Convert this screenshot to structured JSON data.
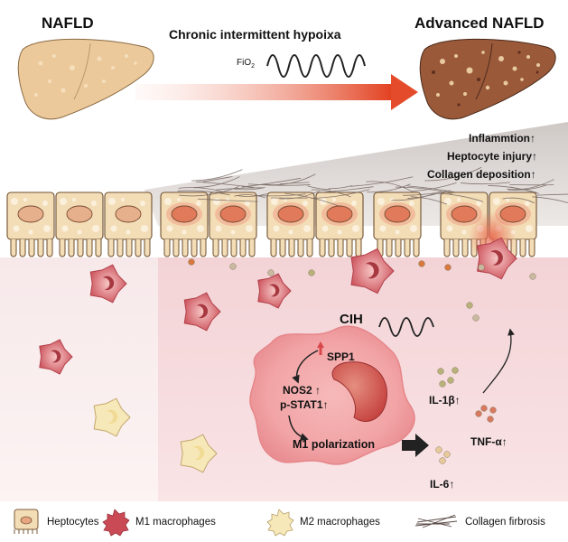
{
  "header": {
    "left_title": "NAFLD",
    "right_title": "Advanced NAFLD",
    "center_title": "Chronic intermittent hypoixa",
    "fio2_main": "FiO",
    "fio2_sub": "2"
  },
  "outcomes": [
    {
      "label": "Inflammtion",
      "arrow": "↑"
    },
    {
      "label": "Heptocyte injury",
      "arrow": "↑"
    },
    {
      "label": "Collagen deposition",
      "arrow": "↑"
    }
  ],
  "mechanism": {
    "cih_label": "CIH",
    "spp1": "SPP1",
    "nos2": "NOS2",
    "pstat1": "p-STAT1",
    "m1_polarization": "M1 polarization",
    "up_arrow": "↑"
  },
  "cytokines": [
    {
      "label": "IL-1β",
      "arrow": "↑"
    },
    {
      "label": "TNF-α",
      "arrow": "↑"
    },
    {
      "label": "IL-6",
      "arrow": "↑"
    }
  ],
  "legend": [
    {
      "label": "Heptocytes",
      "icon": "hepatocyte-icon"
    },
    {
      "label": "M1 macrophages",
      "icon": "m1-macrophage-icon"
    },
    {
      "label": "M2 macrophages",
      "icon": "m2-macrophage-icon"
    },
    {
      "label": "Collagen firbrosis",
      "icon": "collagen-icon"
    }
  ],
  "colors": {
    "healthy_liver": "#ecc99a",
    "diseased_liver": "#9a5a3a",
    "m1_macrophage": "#c94a55",
    "m2_macrophage": "#f6e8b8",
    "arrow_red": "#e34b2a",
    "tissue_pink": "#f7dde0"
  }
}
